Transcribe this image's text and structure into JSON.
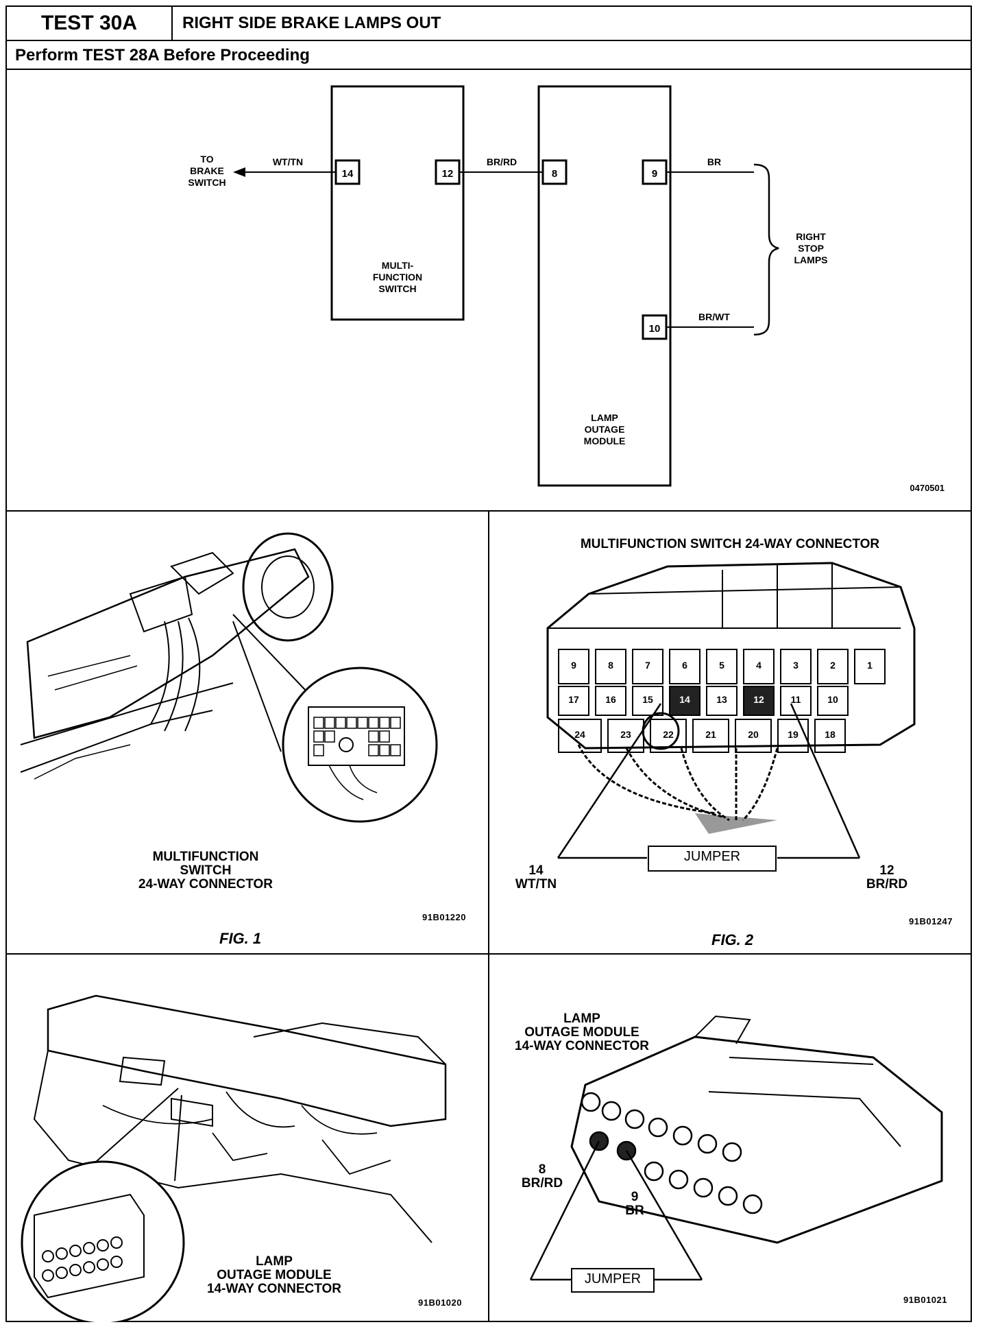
{
  "header": {
    "test_id": "TEST 30A",
    "title": "RIGHT SIDE BRAKE LAMPS OUT",
    "subtitle": "Perform TEST 28A Before Proceeding"
  },
  "schematic": {
    "to_brake_switch": [
      "TO",
      "BRAKE",
      "SWITCH"
    ],
    "wire_wt_tn": "WT/TN",
    "pin_14": "14",
    "pin_12": "12",
    "wire_br_rd": "BR/RD",
    "pin_8": "8",
    "pin_9": "9",
    "wire_br": "BR",
    "pin_10": "10",
    "wire_br_wt": "BR/WT",
    "mfs_label": [
      "MULTI-",
      "FUNCTION",
      "SWITCH"
    ],
    "lom_label": [
      "LAMP",
      "OUTAGE",
      "MODULE"
    ],
    "right_stop_lamps": [
      "RIGHT",
      "STOP",
      "LAMPS"
    ],
    "code": "0470501"
  },
  "fig1": {
    "label": [
      "MULTIFUNCTION",
      "SWITCH",
      "24-WAY CONNECTOR"
    ],
    "code": "91B01220",
    "caption": "FIG. 1"
  },
  "fig2": {
    "title": "MULTIFUNCTION SWITCH 24-WAY CONNECTOR",
    "pins_top": [
      "9",
      "8",
      "7",
      "6",
      "5",
      "4",
      "3",
      "2",
      "1"
    ],
    "pins_mid": [
      "17",
      "16",
      "15",
      "14",
      "13",
      "12",
      "11",
      "10"
    ],
    "pins_bot": [
      "24",
      "23",
      "22",
      "21",
      "20",
      "19",
      "18"
    ],
    "left_pin": "14",
    "left_wire": "WT/TN",
    "right_pin": "12",
    "right_wire": "BR/RD",
    "jumper": "JUMPER",
    "code": "91B01247",
    "caption": "FIG. 2"
  },
  "fig3": {
    "label": [
      "LAMP",
      "OUTAGE MODULE",
      "14-WAY CONNECTOR"
    ],
    "code": "91B01020"
  },
  "fig4": {
    "label": [
      "LAMP",
      "OUTAGE MODULE",
      "14-WAY CONNECTOR"
    ],
    "pin_a": "8",
    "wire_a": "BR/RD",
    "pin_b": "9",
    "wire_b": "BR",
    "jumper": "JUMPER",
    "code": "91B01021"
  }
}
